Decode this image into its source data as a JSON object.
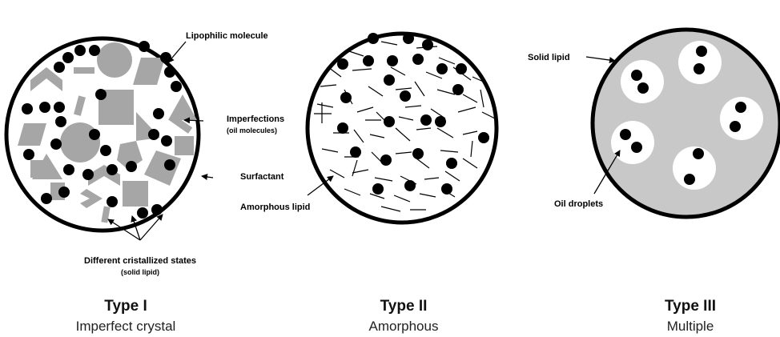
{
  "panels": [
    {
      "id": "type1",
      "title": "Type I",
      "subtitle": "Imperfect crystal",
      "labels": {
        "lipophilic": "Lipophilic molecule",
        "imperfections": "Imperfections",
        "oil_molecules": "(oil molecules)",
        "surfactant": "Surfactant",
        "different_states": "Different cristallized states",
        "solid_lipid": "(solid lipid)"
      }
    },
    {
      "id": "type2",
      "title": "Type II",
      "subtitle": "Amorphous",
      "labels": {
        "amorphous": "Amorphous lipid"
      }
    },
    {
      "id": "type3",
      "title": "Type III",
      "subtitle": "Multiple",
      "labels": {
        "solid_lipid": "Solid lipid",
        "oil_droplets": "Oil droplets"
      }
    }
  ],
  "colors": {
    "outline": "#000000",
    "crystal_gray": "#a6a6a6",
    "matrix_gray": "#c8c8c8",
    "droplet_white": "#ffffff"
  }
}
